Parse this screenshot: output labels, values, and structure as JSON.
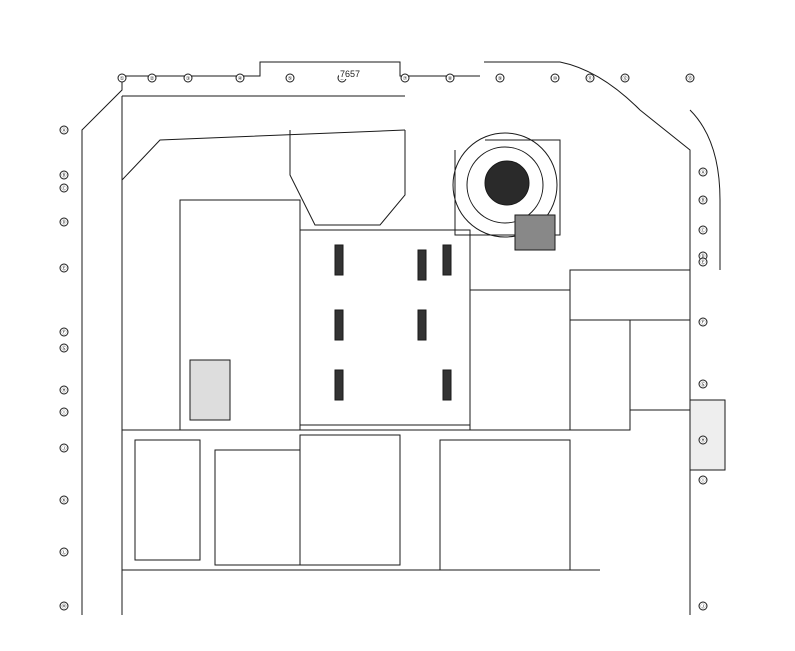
{
  "drawing": {
    "top_dimension": "7657",
    "line_color": "#1a1a1a",
    "background": "#ffffff",
    "top_axes": [
      "①",
      "②",
      "③",
      "④",
      "⑤",
      "⑥",
      "⑦",
      "⑧",
      "⑨",
      "⑩",
      "⑪",
      "⑫",
      "⑬"
    ],
    "left_axes": [
      "Ⓐ",
      "Ⓑ",
      "Ⓒ",
      "Ⓓ",
      "Ⓔ",
      "Ⓕ",
      "Ⓖ",
      "Ⓗ",
      "Ⓘ",
      "Ⓙ",
      "Ⓚ",
      "Ⓛ",
      "Ⓜ"
    ],
    "right_axes": [
      "Ⓐ",
      "Ⓑ",
      "Ⓒ",
      "Ⓓ",
      "Ⓔ",
      "Ⓕ",
      "Ⓖ",
      "Ⓗ",
      "Ⓘ",
      "Ⓙ"
    ]
  }
}
